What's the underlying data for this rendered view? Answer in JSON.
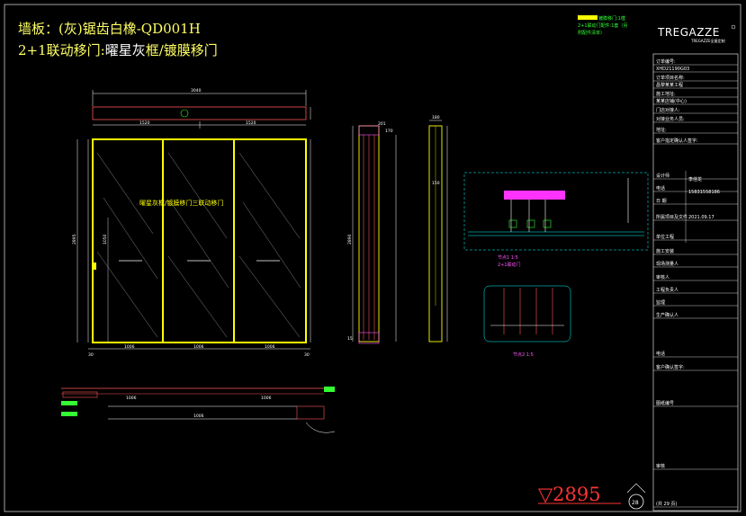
{
  "header": {
    "title_line1": "墙板：(灰)锯齿白橡-QD001H",
    "title_line2_prefix": "2+1联动移门:",
    "title_line2_highlight": "曜星灰",
    "title_line2_suffix": "框/镀膜移门"
  },
  "note": {
    "line1": "镀膜移门:1樘",
    "line2": "2+1联动门配件:1套（另",
    "line3": "附配件清单）"
  },
  "brand": {
    "logo": "TREGAZZE",
    "subtitle": "TREGAZZE全屋定制"
  },
  "front_view": {
    "label": "曜星灰框/镀膜移门三联动移门",
    "overall_width": "3040",
    "top_left": "1520",
    "top_right": "1520",
    "height": "2895",
    "handle_height": "1050",
    "bottom_left": "1006",
    "bottom_mid": "1006",
    "bottom_right": "1006",
    "left_end": "30",
    "right_end": "30"
  },
  "side_view": {
    "height": "2890",
    "top_a": "201",
    "top_b": "170",
    "right_top": "180",
    "mid": "150",
    "bottom": "15"
  },
  "detail": {
    "node1": "节点1 1:5",
    "node1_sub": "2+1联动门",
    "node2": "节点2 1:5"
  },
  "plan_view": {
    "dim_a": "1006",
    "dim_b": "1006",
    "dim_c": "1006"
  },
  "elevation_marker": "▽2895",
  "sheet_number": "28",
  "title_block": {
    "rows": [
      "订单编号:",
      "XHD21190G03",
      "订单项目名称:",
      "昌黎某某工程",
      "施工地址:",
      "某某店铺(中心)",
      "门店对接人:",
      "对接业务人员:",
      "地址:",
      "客户指定确认人签字:",
      "设计师",
      "电话",
      "日 期",
      "所属项目及文件",
      "单位工程",
      "施工安装",
      "现场测量人",
      "审核人",
      "工程负责人",
      "监理",
      "生产确认人",
      "电话",
      "客户确认签字:",
      "图纸编号",
      "审核",
      "(共 29 页)"
    ],
    "values": {
      "designer": "李佳龙",
      "phone": "15831558186",
      "date": "2021.09.17"
    }
  }
}
